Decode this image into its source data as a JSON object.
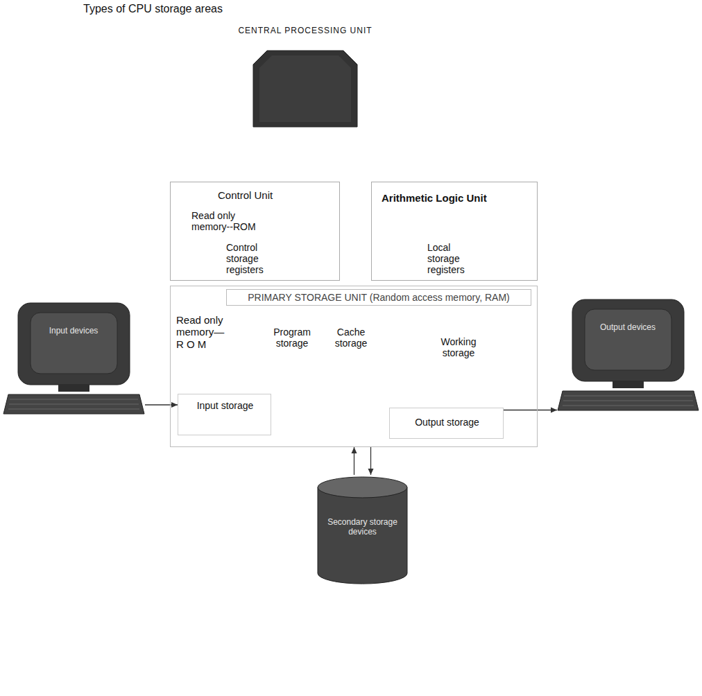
{
  "diagram": {
    "title": "Types of CPU storage areas",
    "nodes": [
      {
        "text": [
          "CENTRAL PROCESSING UNIT"
        ]
      },
      {
        "text": [
          "Control Unit",
          "Read only memory--ROM",
          "Control storage registers"
        ]
      },
      {
        "text": [
          "Arithmetic Logic Unit",
          "Local storage registers"
        ]
      },
      {
        "text": [
          "PRIMARY STORAGE UNIT (Random access memory, RAM)",
          "Read only memory— R O M",
          "Program storage",
          "Cache storage",
          "Working storage"
        ]
      },
      {
        "text": [
          "Input storage"
        ],
        "in": 3
      },
      {
        "text": [
          "Output storage"
        ],
        "in": 3
      },
      {
        "text": [
          "Input devices"
        ]
      },
      {
        "text": [
          "Output devices"
        ]
      },
      {
        "text": [
          "Secondary storage devices"
        ]
      }
    ],
    "edges": [
      {
        "from": 6,
        "to": 4,
        "arrow": "to"
      },
      {
        "from": 5,
        "to": 7,
        "arrow": "to"
      },
      {
        "from": 8,
        "to": 3,
        "arrow": "to"
      },
      {
        "from": 3,
        "to": 8,
        "arrow": "to"
      }
    ]
  }
}
